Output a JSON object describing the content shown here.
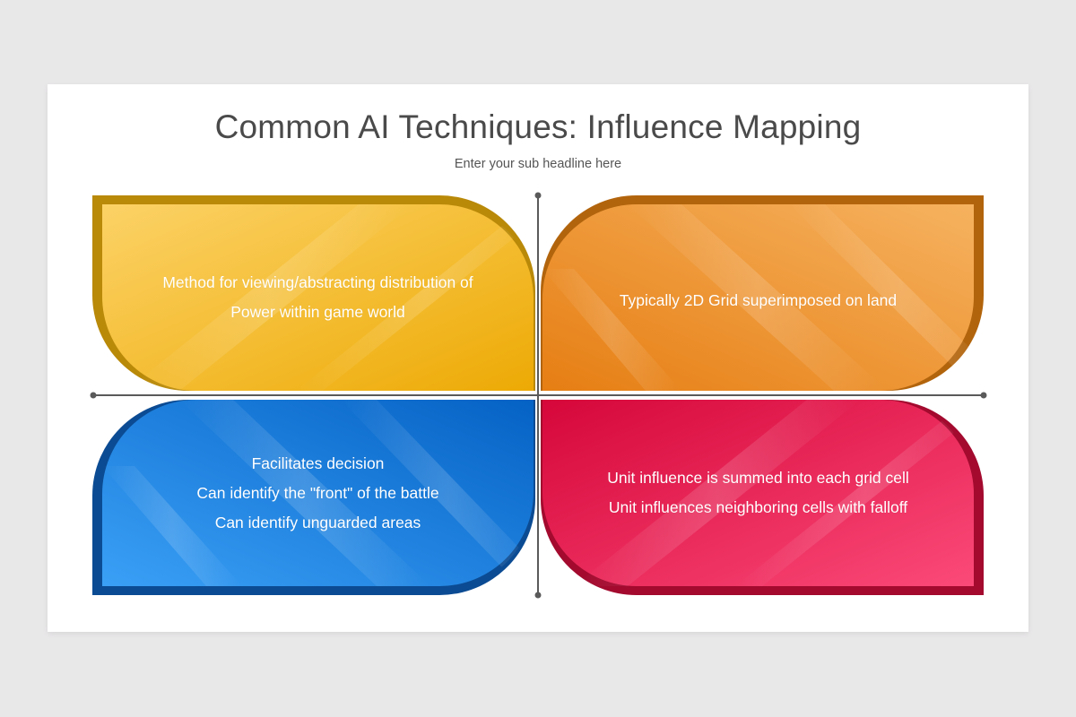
{
  "slide": {
    "title": "Common AI Techniques: Influence Mapping",
    "subtitle": "Enter your sub headline here"
  },
  "quadrants": [
    {
      "id": "top-left",
      "color_scheme": "yellow",
      "colors": {
        "back": "#b98908",
        "light": "#fcd266",
        "dark": "#edaa05"
      },
      "lines": [
        "Method for viewing/abstracting distribution of",
        "Power within game world"
      ]
    },
    {
      "id": "top-right",
      "color_scheme": "orange",
      "colors": {
        "back": "#b2640c",
        "light": "#f6b25f",
        "dark": "#e67e13"
      },
      "lines": [
        "Typically 2D Grid superimposed on land"
      ]
    },
    {
      "id": "bottom-left",
      "color_scheme": "blue",
      "colors": {
        "back": "#0b4b93",
        "light": "#3aa0f6",
        "dark": "#0562c5"
      },
      "lines": [
        "Facilitates decision",
        "Can identify the \"front\" of the battle",
        "Can identify unguarded areas"
      ]
    },
    {
      "id": "bottom-right",
      "color_scheme": "red",
      "colors": {
        "back": "#a30a2e",
        "light": "#fb4a78",
        "dark": "#d6073a"
      },
      "lines": [
        "Unit influence is summed into each grid cell",
        "Unit influences neighboring cells with falloff"
      ]
    }
  ],
  "axes": {
    "color": "#5a5a5a"
  }
}
